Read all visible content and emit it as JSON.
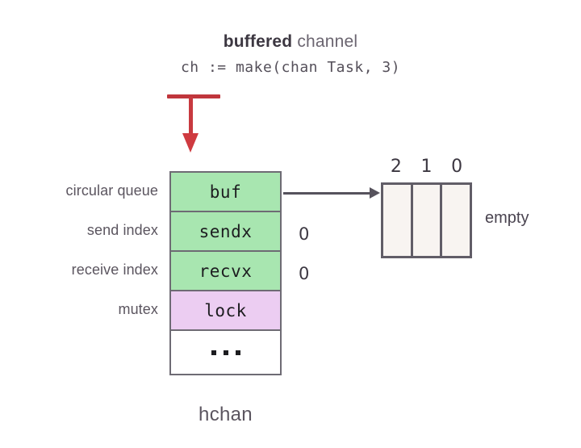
{
  "diagram": {
    "title_bold": "buffered",
    "title_rest": " channel",
    "code": "ch := make(chan Task, 3)",
    "caption": "hchan",
    "empty_label": "empty"
  },
  "struct_rows": [
    {
      "field": "buf",
      "left_label": "circular queue",
      "value": "",
      "color": "#a8e6b0"
    },
    {
      "field": "sendx",
      "left_label": "send index",
      "value": "0",
      "color": "#a8e6b0"
    },
    {
      "field": "recvx",
      "left_label": "receive index",
      "value": "0",
      "color": "#a8e6b0"
    },
    {
      "field": "lock",
      "left_label": "mutex",
      "value": "",
      "color": "#eccdf2"
    },
    {
      "field": "...",
      "left_label": "",
      "value": "",
      "color": "#ffffff"
    }
  ],
  "buffer": {
    "indices": [
      "2",
      "1",
      "0"
    ],
    "cells": [
      "",
      "",
      ""
    ],
    "state": "empty"
  },
  "colors": {
    "green": "#a8e6b0",
    "purple": "#eccdf2",
    "buffer_cell": "#f8f4f1",
    "border": "#6e6b74",
    "arrow_red": "#c8393f",
    "arrow_gray": "#56525c",
    "text": "#4a4450"
  }
}
